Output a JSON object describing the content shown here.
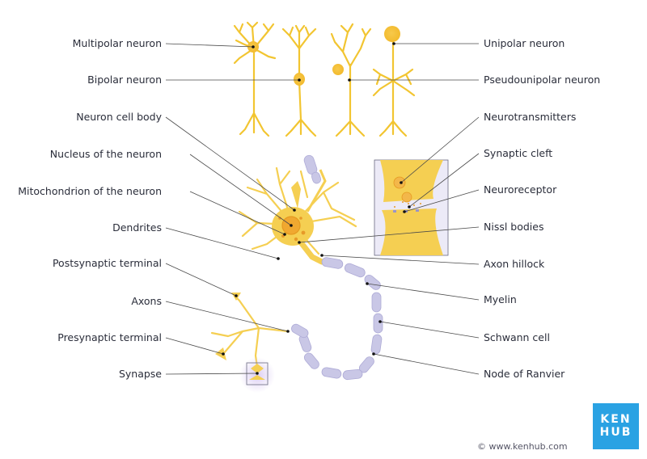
{
  "labels_left": [
    {
      "key": "multipolar",
      "text": "Multipolar neuron"
    },
    {
      "key": "bipolar",
      "text": "Bipolar neuron"
    },
    {
      "key": "cellbody",
      "text": "Neuron cell body"
    },
    {
      "key": "nucleus",
      "text": "Nucleus of the neuron"
    },
    {
      "key": "mito",
      "text": "Mitochondrion of the neuron"
    },
    {
      "key": "dendrites",
      "text": "Dendrites"
    },
    {
      "key": "postsyn",
      "text": "Postsynaptic terminal"
    },
    {
      "key": "axons",
      "text": "Axons"
    },
    {
      "key": "presyn",
      "text": "Presynaptic terminal"
    },
    {
      "key": "synapse",
      "text": "Synapse"
    }
  ],
  "labels_right": [
    {
      "key": "unipolar",
      "text": "Unipolar neuron"
    },
    {
      "key": "pseudo",
      "text": "Pseudounipolar neuron"
    },
    {
      "key": "neurotrans",
      "text": "Neurotransmitters"
    },
    {
      "key": "cleft",
      "text": "Synaptic cleft"
    },
    {
      "key": "receptor",
      "text": "Neuroreceptor"
    },
    {
      "key": "nissl",
      "text": "Nissl bodies"
    },
    {
      "key": "hillock",
      "text": "Axon hillock"
    },
    {
      "key": "myelin",
      "text": "Myelin"
    },
    {
      "key": "schwann",
      "text": "Schwann cell"
    },
    {
      "key": "ranvier",
      "text": "Node of Ranvier"
    }
  ],
  "brand": {
    "line1": "KEN",
    "line2": "HUB",
    "copyright": "© www.kenhub.com"
  },
  "colors": {
    "neuron": "#f2c531",
    "neuron_light": "#f8dc72",
    "myelin": "#c9c7e6",
    "leader": "#4a4a4a"
  }
}
